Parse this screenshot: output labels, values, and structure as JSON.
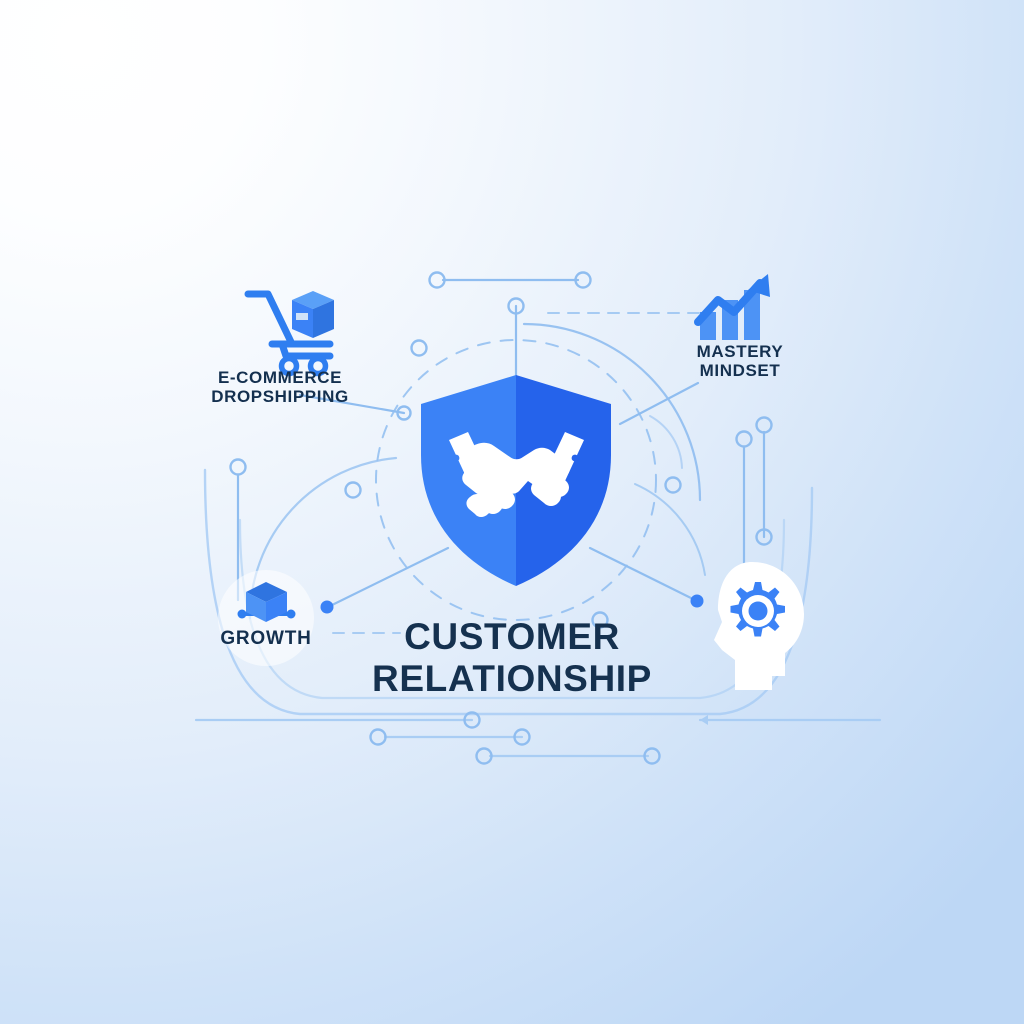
{
  "background": {
    "gradient_from": "#ffffff",
    "gradient_to": "#bdd7f5"
  },
  "palette": {
    "accent_blue": "#3b82f6",
    "accent_blue_dark": "#2563eb",
    "line_blue": "#8fbdf0",
    "line_blue_soft": "#a9cdf4",
    "title_navy": "#15314f",
    "icon_white": "#ffffff"
  },
  "main": {
    "title_line1": "CUSTOMER",
    "title_line2": "RELATIONSHIP",
    "center_icon": "handshake-shield-icon"
  },
  "nodes": [
    {
      "id": "ecommerce-dropshipping",
      "icon": "shopping-cart-box-icon",
      "label_line1": "E-COMMERCE",
      "label_line2": "DROPSHIPPING"
    },
    {
      "id": "mastery-mindset",
      "icon": "bar-chart-growth-arrow-icon",
      "label_line1": "MASTERY",
      "label_line2": "MINDSET"
    },
    {
      "id": "growth",
      "icon": "cube-node-icon",
      "label_line1": "GROWTH",
      "label_line2": ""
    },
    {
      "id": "mindset-head",
      "icon": "head-gear-icon",
      "label_line1": "",
      "label_line2": ""
    }
  ]
}
